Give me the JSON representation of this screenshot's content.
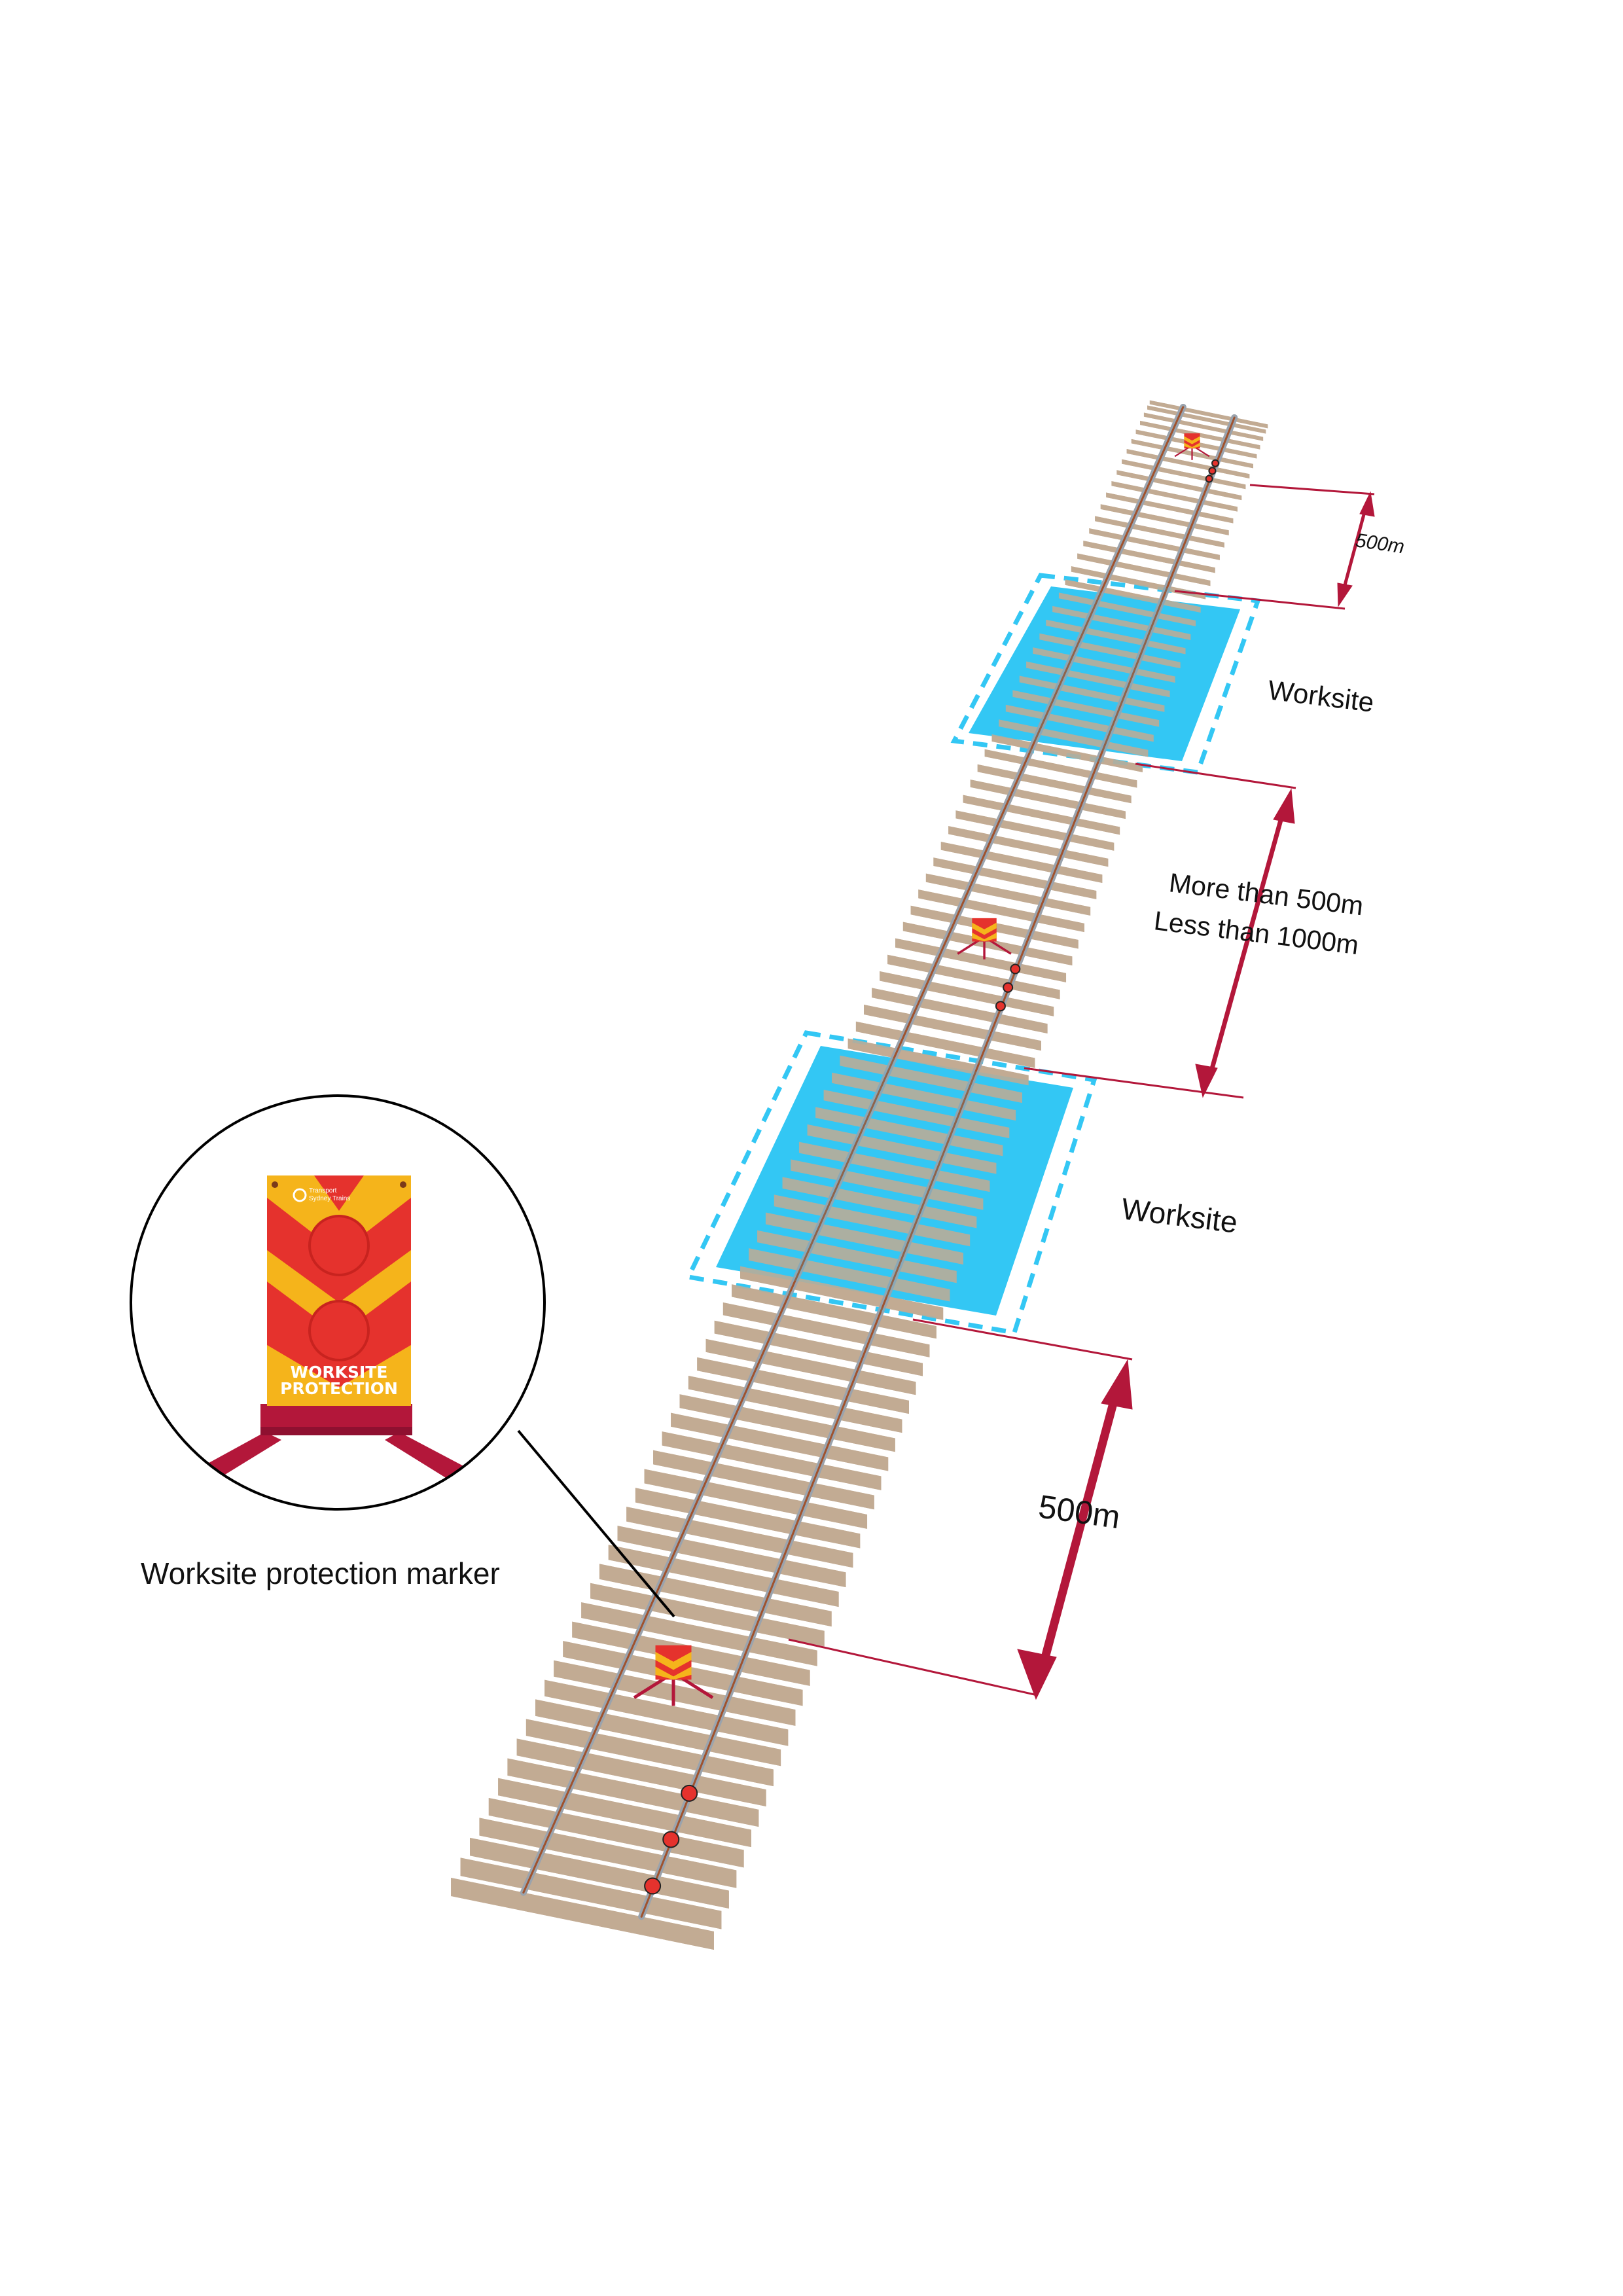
{
  "labels": {
    "worksite_upper": "Worksite",
    "worksite_lower": "Worksite",
    "dist_top": "500m",
    "dist_middle_line1": "More than 500m",
    "dist_middle_line2": "Less than 1000m",
    "dist_bottom": "500m",
    "marker_caption": "Worksite protection marker"
  },
  "marker_sign": {
    "brand_line1": "Transport",
    "brand_line2": "Sydney Trains",
    "line1": "WORKSITE",
    "line2": "PROTECTION"
  },
  "colors": {
    "sleeper": "#c2ab93",
    "rail": "#9aa3ad",
    "worksite_fill": "#33c7f4",
    "worksite_border": "#33c7f4",
    "arrow": "#b3173a",
    "sign_red": "#e5322d",
    "sign_yellow": "#f5b41b",
    "sign_base": "#b3173a"
  }
}
